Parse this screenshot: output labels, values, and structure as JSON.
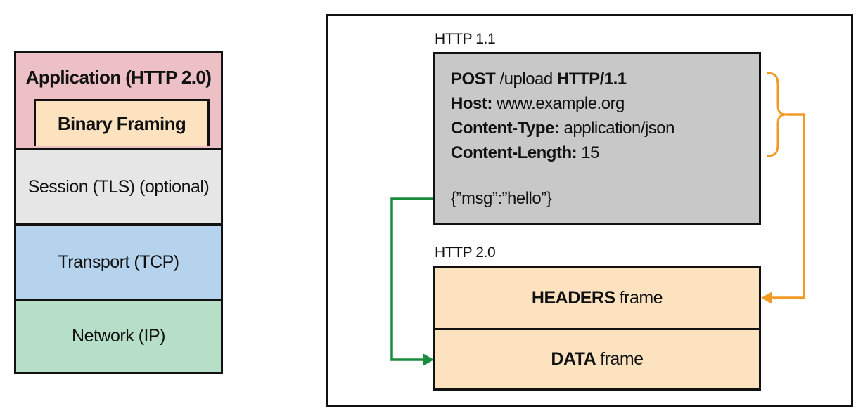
{
  "stack": {
    "application": "Application (HTTP 2.0)",
    "framing": "Binary Framing",
    "session": "Session (TLS) (optional)",
    "transport": "Transport (TCP)",
    "network": "Network (IP)"
  },
  "http11": {
    "caption": "HTTP 1.1",
    "lines": [
      {
        "key": "POST",
        "value": " /upload ",
        "key2": "HTTP/1.1"
      },
      {
        "key": "Host:",
        "value": " www.example.org"
      },
      {
        "key": "Content-Type:",
        "value": " application/json"
      },
      {
        "key": "Content-Length:",
        "value": " 15"
      }
    ],
    "body": "{”msg”:”hello”}"
  },
  "http20": {
    "caption": "HTTP 2.0",
    "headers_bold": "HEADERS",
    "headers_rest": "frame",
    "data_bold": "DATA",
    "data_rest": "frame"
  },
  "colors": {
    "headers_arrow": "#f39a26",
    "data_arrow": "#1a8c3e"
  }
}
